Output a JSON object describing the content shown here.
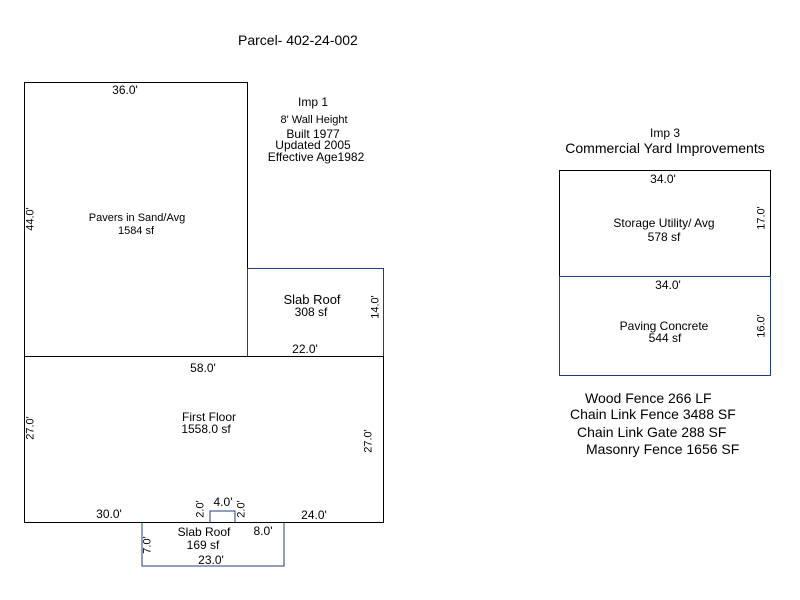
{
  "title": "Parcel- 402-24-002",
  "imp1": {
    "heading": "Imp 1",
    "wall_height": "8' Wall Height",
    "built": "Built 1977",
    "updated": "Updated 2005",
    "effective_age": "Effective Age1982"
  },
  "imp3": {
    "heading": "Imp 3",
    "subtitle": "Commercial Yard Improvements"
  },
  "areas": {
    "pavers": {
      "name": "Pavers in Sand/Avg",
      "sf": "1584 sf",
      "width": "36.0'",
      "height": "44.0'"
    },
    "slab_roof_top": {
      "name": "Slab Roof",
      "sf": "308 sf",
      "width": "22.0'",
      "height": "14.0'"
    },
    "first_floor": {
      "name": "First Floor",
      "sf": "1558.0 sf",
      "top": "58.0'",
      "left": "27.0'",
      "right": "27.0'",
      "bottom_left": "30.0'",
      "bottom_right": "24.0'",
      "notch_left": "2.0'",
      "notch_top": "4.0'",
      "notch_right": "2.0'"
    },
    "slab_roof_bottom": {
      "name": "Slab Roof",
      "sf": "169 sf",
      "left": "7.0'",
      "right_top": "8.0'",
      "bottom": "23.0'"
    },
    "storage": {
      "name": "Storage Utility/ Avg",
      "sf": "578 sf",
      "width": "34.0'",
      "height": "17.0'"
    },
    "paving": {
      "name": "Paving Concrete",
      "sf": "544 sf",
      "width": "34.0'",
      "height": "16.0'"
    }
  },
  "fences": [
    {
      "name": "Wood Fence",
      "qty": "266 LF"
    },
    {
      "name": "Chain Link Fence",
      "qty": "3488 SF"
    },
    {
      "name": "Chain Link Gate",
      "qty": "288 SF"
    },
    {
      "name": "Masonry Fence",
      "qty": "1656 SF"
    }
  ]
}
